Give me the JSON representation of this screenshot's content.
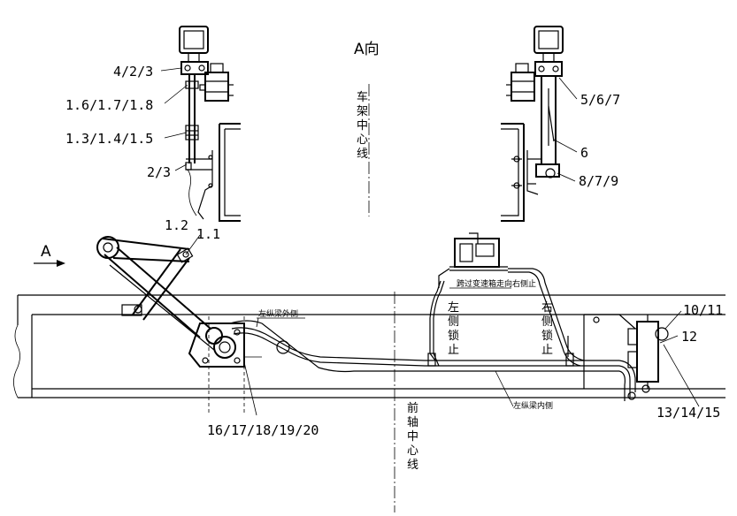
{
  "view_title": "A向",
  "view_arrow_label": "A",
  "vertical_text": {
    "frame_centerline": [
      "车",
      "架",
      "中",
      "心",
      "线"
    ],
    "front_axle_centerline": [
      "前",
      "轴",
      "中",
      "心",
      "线"
    ],
    "left_lock": [
      "左",
      "侧",
      "锁",
      "止"
    ],
    "right_lock": [
      "右",
      "侧",
      "锁",
      "止"
    ]
  },
  "annotations": {
    "left_beam_outer": "左纵梁外侧",
    "left_beam_inner": "左纵梁内侧",
    "valve_note": "跨过变速箱走向右侧止"
  },
  "part_labels": {
    "p_4_2_3": "4/2/3",
    "p_1_6": "1.6/1.7/1.8",
    "p_1_3": "1.3/1.4/1.5",
    "p_2_3": "2/3",
    "p_5_6_7": "5/6/7",
    "p_6": "6",
    "p_8_7_9": "8/7/9",
    "p_1_2": "1.2",
    "p_1_1": "1.1",
    "p_10_11": "10/11",
    "p_12": "12",
    "p_13_14_15": "13/14/15",
    "p_16_20": "16/17/18/19/20"
  }
}
